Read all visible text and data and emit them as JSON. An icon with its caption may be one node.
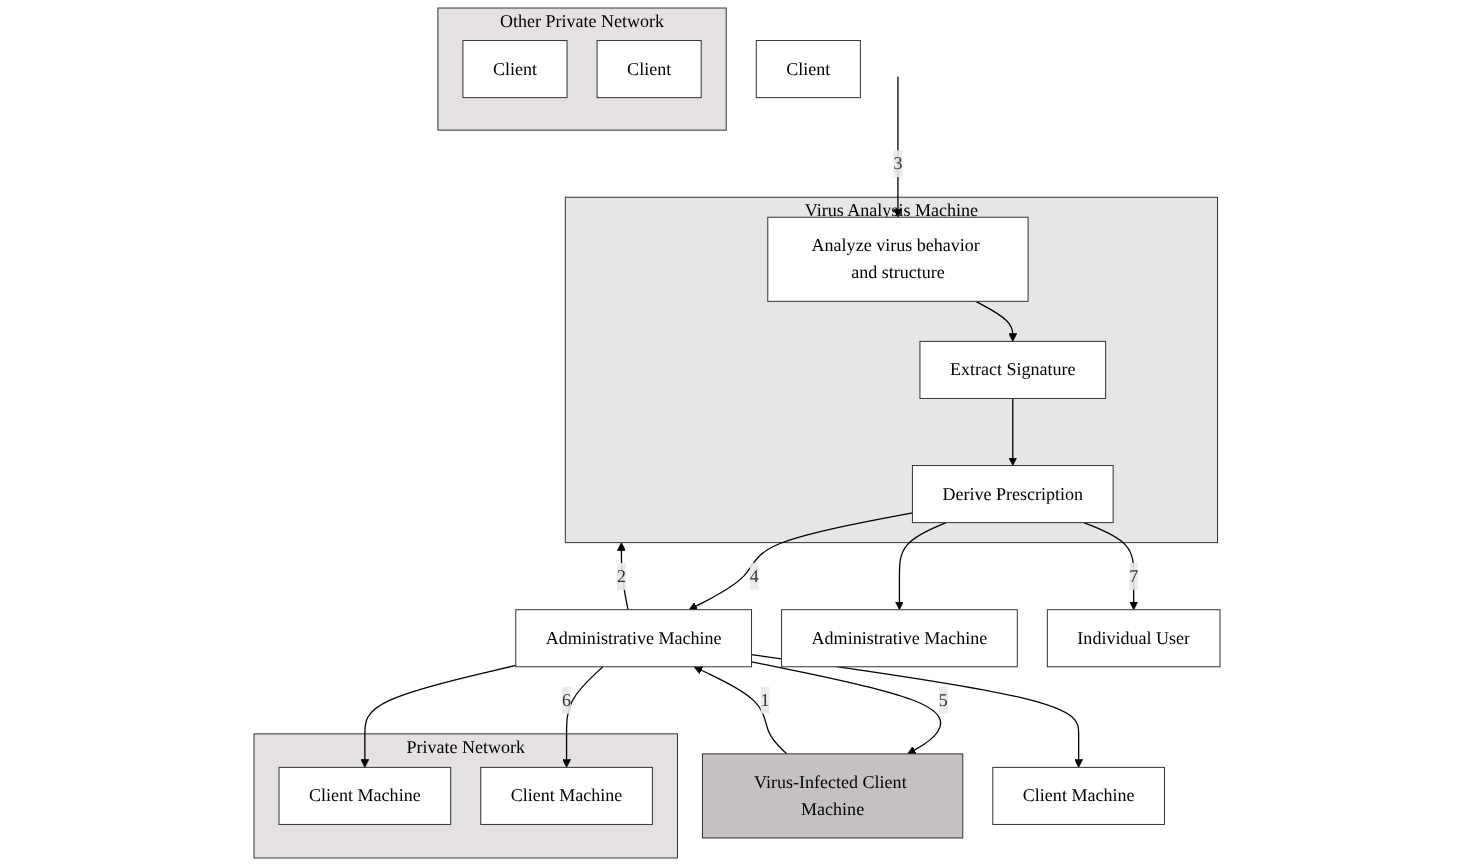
{
  "diagram": {
    "nodes": [
      {
        "text": [
          "Virus Analysis Machine"
        ]
      },
      {
        "text": [
          "Analyze virus behavior and structure"
        ],
        "in": 0
      },
      {
        "text": [
          "Extract Signature"
        ],
        "in": 0
      },
      {
        "text": [
          "Derive Prescription"
        ],
        "in": 0
      },
      {
        "text": [
          "Administrative Machine"
        ]
      },
      {
        "text": [
          "Virus-Infected Client Machine"
        ]
      },
      {
        "text": [
          "Client Machine"
        ]
      },
      {
        "text": [
          "Private Network"
        ]
      },
      {
        "text": [
          "Client Machine"
        ],
        "in": 7
      },
      {
        "text": [
          "Client Machine"
        ],
        "in": 7
      },
      {
        "text": [
          "Administrative Machine"
        ]
      },
      {
        "text": [
          "Client"
        ]
      },
      {
        "text": [
          "Other Private Network"
        ]
      },
      {
        "text": [
          "Client"
        ],
        "in": 12
      },
      {
        "text": [
          "Client"
        ],
        "in": 12
      },
      {
        "text": [
          "Individual User"
        ]
      }
    ],
    "edges": [
      {
        "from": null,
        "to": 1,
        "arrow": "to",
        "label": "3"
      },
      {
        "from": 1,
        "to": 2,
        "arrow": "to"
      },
      {
        "from": 2,
        "to": 3,
        "arrow": "to"
      },
      {
        "from": 5,
        "to": 4,
        "arrow": "to",
        "label": "1"
      },
      {
        "from": 4,
        "to": 0,
        "arrow": "to",
        "label": "2"
      },
      {
        "from": 3,
        "to": 4,
        "arrow": "to",
        "label": "4"
      },
      {
        "from": 4,
        "to": 5,
        "arrow": "to",
        "label": "5"
      },
      {
        "from": 4,
        "to": 6,
        "arrow": "to"
      },
      {
        "from": 4,
        "to": 8,
        "arrow": "to"
      },
      {
        "from": 4,
        "to": 9,
        "arrow": "to",
        "label": "6"
      },
      {
        "from": 3,
        "to": 10,
        "arrow": "to"
      },
      {
        "from": 3,
        "to": 15,
        "arrow": "to",
        "label": "7"
      }
    ]
  }
}
